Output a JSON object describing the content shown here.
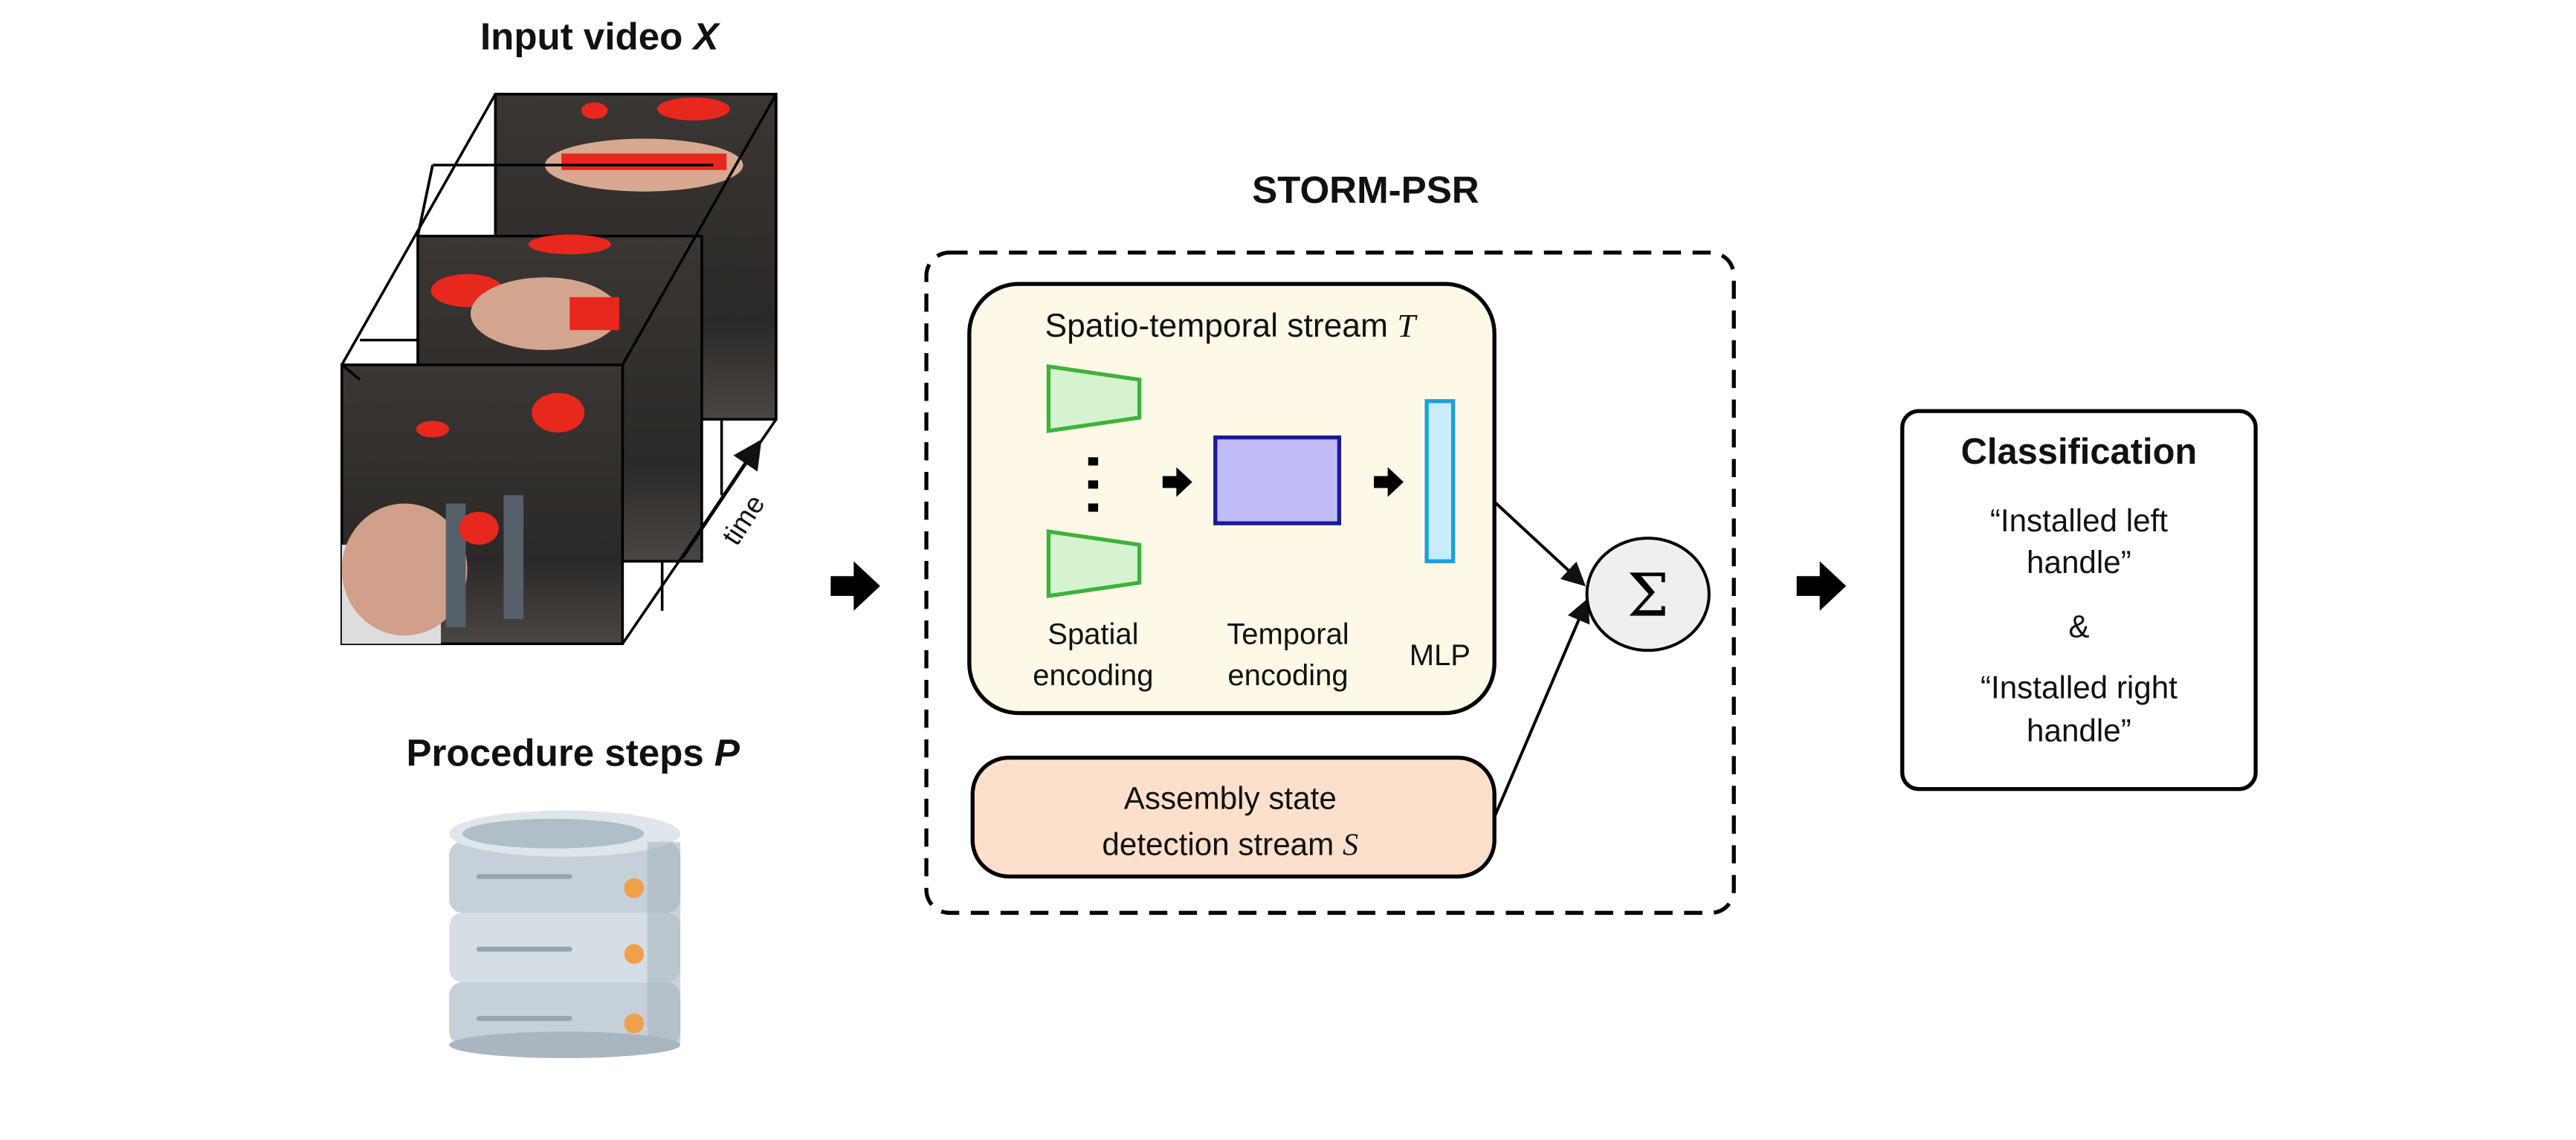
{
  "input": {
    "title": "Input video ",
    "title_var": "X",
    "time_label": "time"
  },
  "procedure": {
    "title": "Procedure steps ",
    "title_var": "P",
    "icon": "database-icon"
  },
  "model": {
    "title": "STORM-PSR",
    "spatiotemporal": {
      "title": "Spatio-temporal stream ",
      "title_var": "T",
      "spatial_label": [
        "Spatial",
        "encoding"
      ],
      "temporal_label": [
        "Temporal",
        "encoding"
      ],
      "mlp_label": "MLP"
    },
    "assembly": {
      "line1": "Assembly state",
      "line2": "detection stream ",
      "var": "S"
    },
    "sum_symbol": "Σ"
  },
  "classification": {
    "title": "Classification",
    "lines": [
      "“Installed left",
      "handle”",
      "&",
      "“Installed right",
      "handle”"
    ]
  },
  "colors": {
    "stream_bg": "#fdf9e6",
    "assembly_bg": "#fde0cc",
    "spatial_fill": "#d6f3d0",
    "spatial_stroke": "#3db33a",
    "temporal_fill": "#c0bcf7",
    "temporal_stroke": "#1a1a99",
    "mlp_fill": "#c8ecfa",
    "mlp_stroke": "#1aa0e0"
  }
}
